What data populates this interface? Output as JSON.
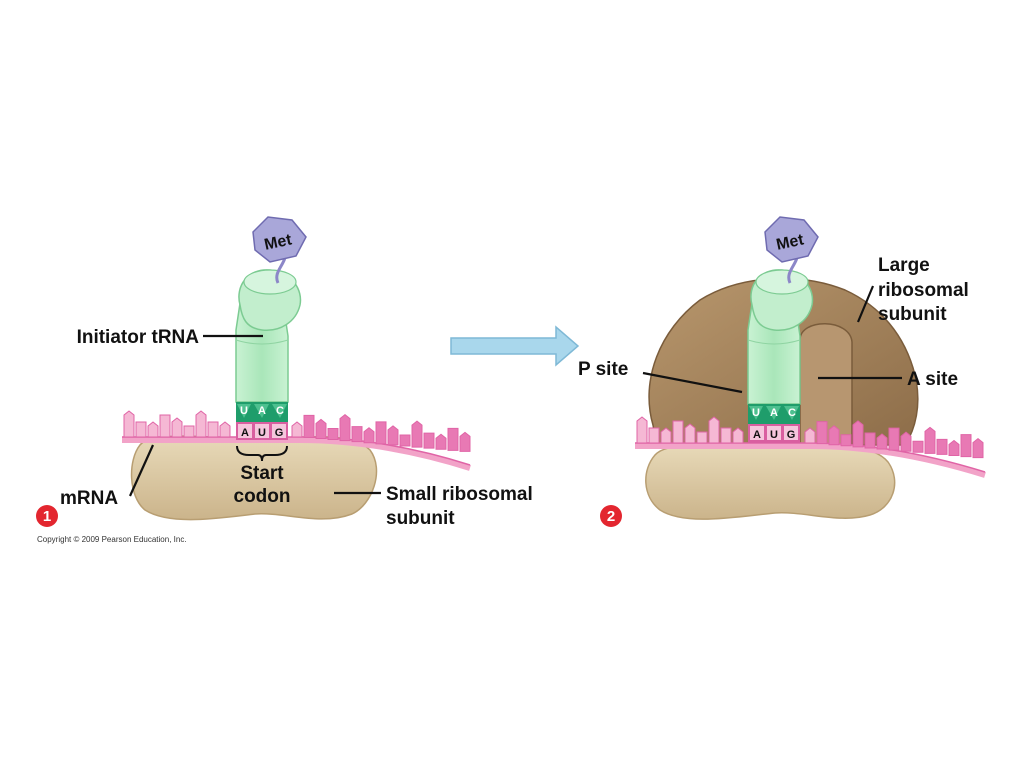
{
  "panel1": {
    "amino_acid": "Met",
    "anticodon": [
      "U",
      "A",
      "C"
    ],
    "codon": [
      "A",
      "U",
      "G"
    ],
    "labels": {
      "initiator_trna": "Initiator tRNA",
      "mrna": "mRNA",
      "start_codon": [
        "Start",
        "codon"
      ],
      "small_subunit": [
        "Small ribosomal",
        "subunit"
      ]
    },
    "step": "1"
  },
  "panel2": {
    "amino_acid": "Met",
    "anticodon": [
      "U",
      "A",
      "C"
    ],
    "codon": [
      "A",
      "U",
      "G"
    ],
    "labels": {
      "large_subunit": [
        "Large",
        "ribosomal",
        "subunit"
      ],
      "p_site": "P site",
      "a_site": "A site"
    },
    "step": "2"
  },
  "copyright": "Copyright © 2009 Pearson Education, Inc.",
  "colors": {
    "trna": "#b7ebc4",
    "trna_stroke": "#7ccb92",
    "anticodon_bg": "#1f9d6b",
    "codon_bg": "#d95fa0",
    "mrna": "#f2a3c8",
    "mrna_stroke": "#e064a6",
    "small_subunit": "#d9c6a1",
    "large_subunit": "#a3825c",
    "met": "#a9a7d9",
    "step_badge": "#e3262f",
    "arrow": "#a9d7ec"
  }
}
